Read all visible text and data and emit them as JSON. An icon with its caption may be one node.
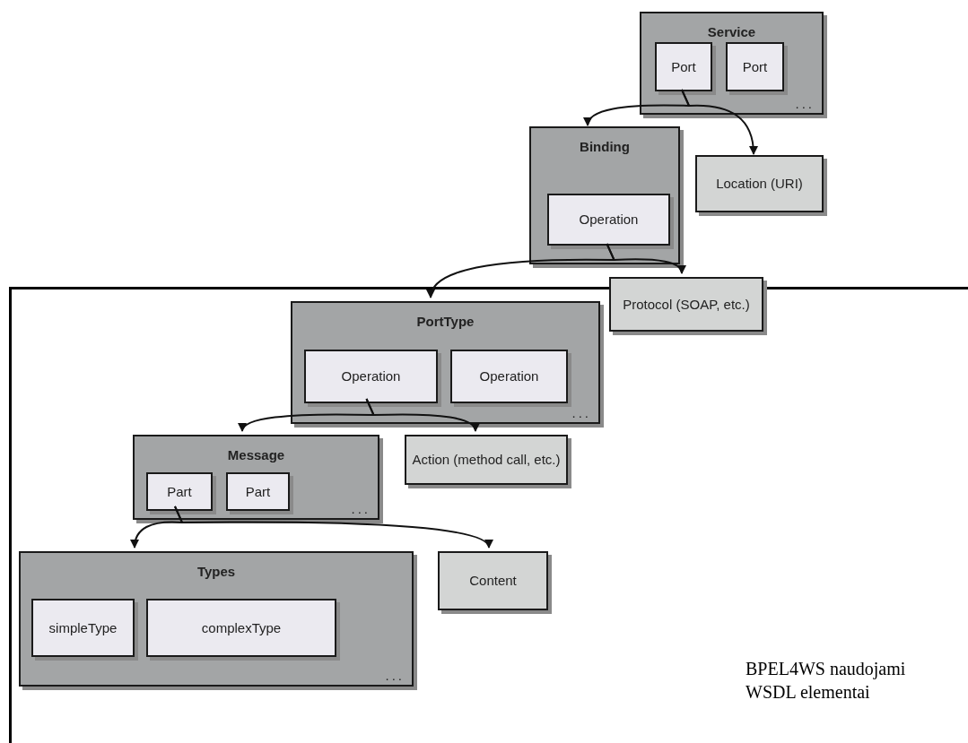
{
  "diagram": {
    "nodes": [
      {
        "text": [
          "Service",
          "..."
        ]
      },
      {
        "text": [
          "Port"
        ],
        "in": 0
      },
      {
        "text": [
          "Port"
        ],
        "in": 0
      },
      {
        "text": [
          "Binding"
        ]
      },
      {
        "text": [
          "Operation"
        ],
        "in": 3
      },
      {
        "text": [
          "Location (URI)"
        ]
      },
      {
        "text": [
          "BPEL4WS naudojami WSDL elementai"
        ]
      },
      {
        "text": [
          "PortType",
          "..."
        ],
        "in": 6
      },
      {
        "text": [
          "Operation"
        ],
        "in": 7
      },
      {
        "text": [
          "Operation"
        ],
        "in": 7
      },
      {
        "text": [
          "Protocol (SOAP, etc.)"
        ],
        "in": 6
      },
      {
        "text": [
          "Message",
          "..."
        ],
        "in": 6
      },
      {
        "text": [
          "Part"
        ],
        "in": 11
      },
      {
        "text": [
          "Part"
        ],
        "in": 11
      },
      {
        "text": [
          "Action (method call, etc.)"
        ],
        "in": 6
      },
      {
        "text": [
          "Types",
          "..."
        ],
        "in": 6
      },
      {
        "text": [
          "simpleType"
        ],
        "in": 15
      },
      {
        "text": [
          "complexType"
        ],
        "in": 15
      },
      {
        "text": [
          "Content"
        ],
        "in": 6
      }
    ],
    "edges": [
      {
        "from": 1,
        "to": 3,
        "arrow": "to"
      },
      {
        "from": 1,
        "to": 5,
        "arrow": "to"
      },
      {
        "from": 4,
        "to": 7,
        "arrow": "to"
      },
      {
        "from": 4,
        "to": 10,
        "arrow": "to"
      },
      {
        "from": 8,
        "to": 11,
        "arrow": "to"
      },
      {
        "from": 8,
        "to": 14,
        "arrow": "to"
      },
      {
        "from": 12,
        "to": 15,
        "arrow": "to"
      },
      {
        "from": 12,
        "to": 18,
        "arrow": "to"
      }
    ]
  }
}
